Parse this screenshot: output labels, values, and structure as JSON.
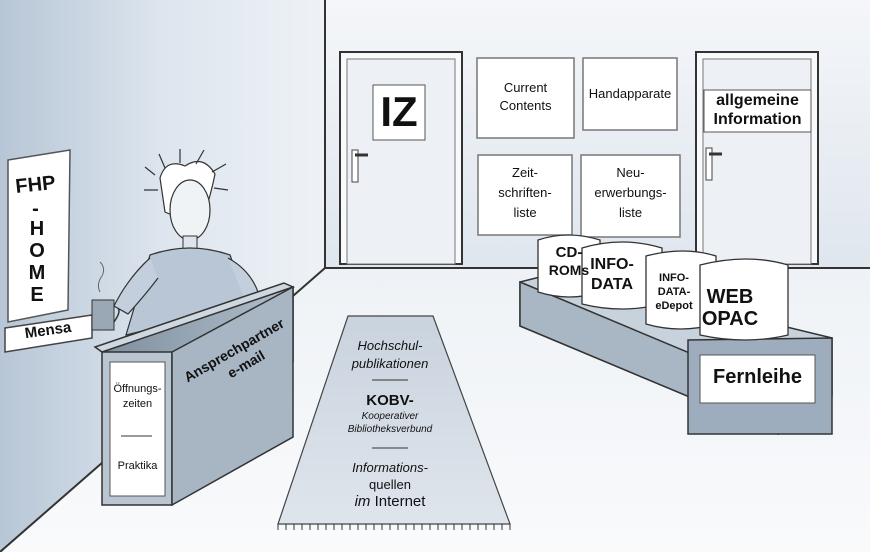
{
  "doors": {
    "iz": "IZ",
    "allgemeine_line1": "allgemeine",
    "allgemeine_line2": "Information"
  },
  "notes": {
    "current_line1": "Current",
    "current_line2": "Contents",
    "handapparate": "Handapparate",
    "zeit_line1": "Zeit-",
    "zeit_line2": "schriften-",
    "zeit_line3": "liste",
    "neu_line1": "Neu-",
    "neu_line2": "erwerbungs-",
    "neu_line3": "liste"
  },
  "poster": {
    "fhp": "FHP",
    "dash": "-",
    "home_h": "H",
    "home_o": "O",
    "home_m": "M",
    "home_e": "E"
  },
  "mensa": "Mensa",
  "desk": {
    "ansprech": "Ansprechpartner",
    "email": "e-mail",
    "oeffnungs": "Öffnungs-",
    "zeiten": "zeiten",
    "praktika": "Praktika"
  },
  "carpet": {
    "hoch_line1": "Hochschul-",
    "hoch_line2": "publikationen",
    "kobv": "KOBV-",
    "kobv_sub1": "Kooperativer",
    "kobv_sub2": "Bibliotheksverbund",
    "info_line1": "Informations-",
    "info_line2": "quellen",
    "info_line3_em": "im",
    "info_line3_rest": "Internet"
  },
  "boxes": {
    "cdroms_line1": "CD-",
    "cdroms_line2": "ROMs",
    "infodata_line1": "INFO-",
    "infodata_line2": "DATA",
    "edepot_line1": "INFO-",
    "edepot_line2": "DATA-",
    "edepot_line3": "eDepot",
    "webopac_line1": "WEB",
    "webopac_line2": "OPAC"
  },
  "fernleihe": "Fernleihe"
}
